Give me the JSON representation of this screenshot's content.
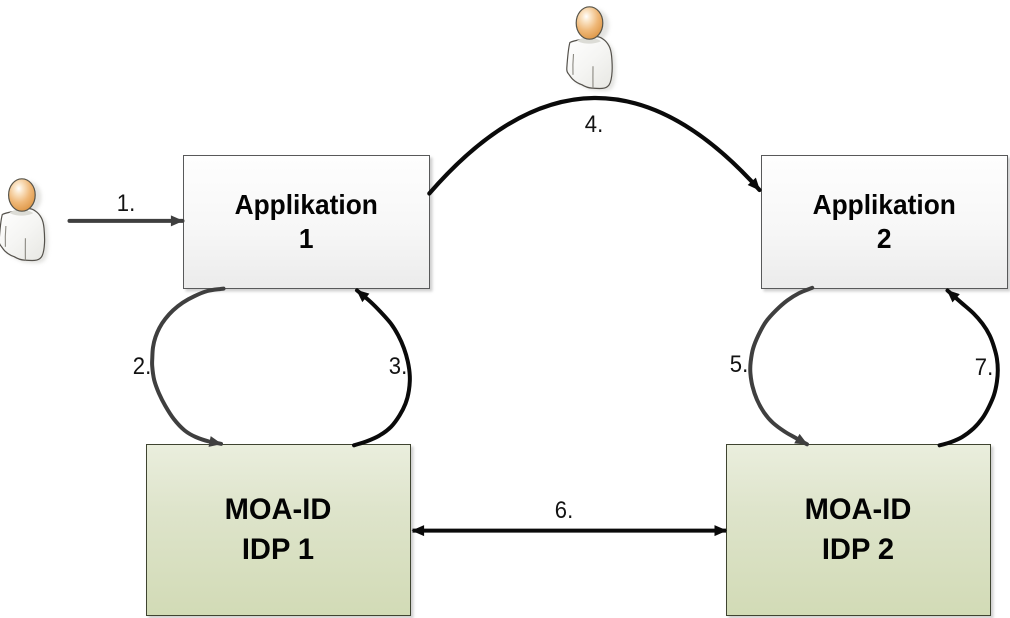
{
  "diagram": {
    "boxes": {
      "app1": {
        "line1": "Applikation",
        "line2": "1"
      },
      "app2": {
        "line1": "Applikation",
        "line2": "2"
      },
      "idp1": {
        "line1": "MOA-ID",
        "line2": "IDP 1"
      },
      "idp2": {
        "line1": "MOA-ID",
        "line2": "IDP 2"
      }
    },
    "steps": {
      "s1": "1.",
      "s2": "2.",
      "s3": "3.",
      "s4": "4.",
      "s5": "5.",
      "s6": "6.",
      "s7": "7."
    },
    "icons": {
      "user_left": "person-icon",
      "user_top": "person-icon"
    },
    "colors": {
      "app_box_fill_top": "#fefefe",
      "app_box_fill_bottom": "#ebebeb",
      "app_box_border": "#58595a",
      "idp_box_fill_top": "#eaeedd",
      "idp_box_fill_bottom": "#d2dbb6",
      "idp_box_border": "#3f4430",
      "arrow_dark_gray": "#3f3f3f",
      "arrow_black": "#0a0a0a",
      "person_head": "#e8a458",
      "person_body": "#f4f4f2"
    }
  }
}
